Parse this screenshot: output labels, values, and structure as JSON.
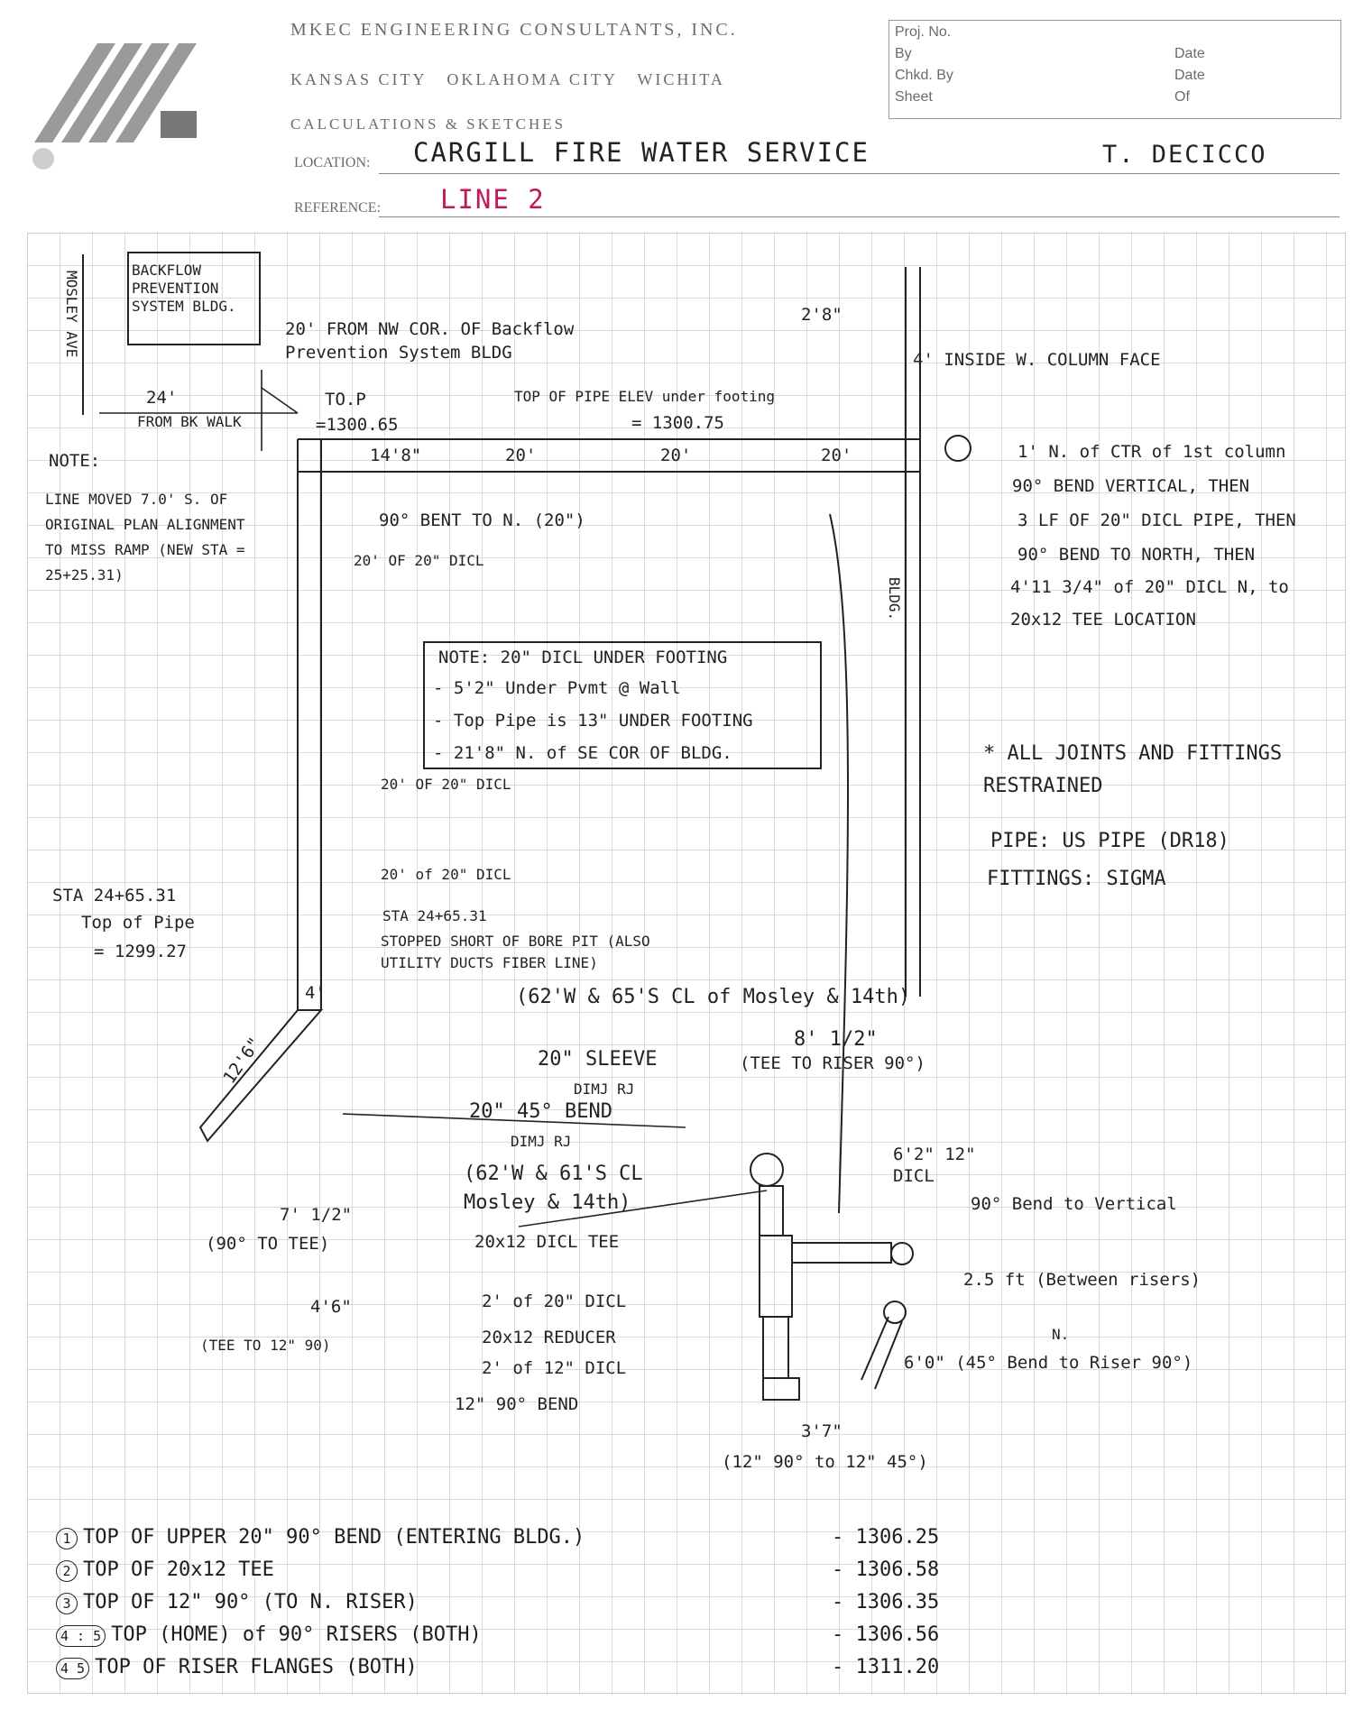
{
  "company": {
    "name": "MKEC ENGINEERING CONSULTANTS, INC.",
    "cities": "KANSAS CITY   OKLAHOMA CITY   WICHITA",
    "calc": "CALCULATIONS & SKETCHES",
    "location_label": "LOCATION:",
    "location_value": "CARGILL FIRE WATER SERVICE",
    "engineer": "T. DECICCO",
    "reference_label": "REFERENCE:",
    "reference_value": "LINE 2"
  },
  "projbox": {
    "proj_no": "Proj. No.",
    "by": "By",
    "date1": "Date",
    "chkd": "Chkd. By",
    "date2": "Date",
    "sheet": "Sheet",
    "of": "Of"
  },
  "sketch": {
    "mosley": "MOSLEY AVE",
    "bp_bldg": "BACKFLOW PREVENTION SYSTEM BLDG.",
    "n20_from": "20' FROM NW COR. OF Backflow Prevention System BLDG",
    "n24": "24'",
    "from_bk_walk": "FROM BK WALK",
    "top_p": "TO.P",
    "top_p_val": "=1300.65",
    "top_pipe_elev": "TOP OF PIPE ELEV under footing",
    "top_pipe_val": "= 1300.75",
    "d2_8": "2'8\"",
    "inside_col": "4' INSIDE W. COLUMN FACE",
    "seg1": "14'8\"",
    "seg2": "20'",
    "seg3": "20'",
    "seg4": "20'",
    "note": "NOTE:",
    "line_moved": "LINE MOVED 7.0' S. OF ORIGINAL PLAN ALIGNMENT TO MISS RAMP (NEW STA = 25+25.31)",
    "bent_to_n": "90° BENT TO N. (20\")",
    "n20_dicl_1": "20' OF 20\" DICL",
    "right_note_1": "1' N. of CTR of 1st column",
    "right_note_2": "90° BEND VERTICAL, THEN",
    "right_note_3": "3 LF OF 20\" DICL PIPE, THEN",
    "right_note_4": "90° BEND TO NORTH, THEN",
    "right_note_5": "4'11 3/4\" of 20\" DICL N, to",
    "right_note_6": "20x12 TEE LOCATION",
    "bldg": "BLDG.",
    "box_title": "NOTE: 20\" DICL UNDER FOOTING",
    "box_1": "- 5'2\" Under Pvmt @ Wall",
    "box_2": "- Top Pipe is 13\" UNDER FOOTING",
    "box_3": "- 21'8\" N. of SE COR OF BLDG.",
    "n20_dicl_2": "20' OF 20\" DICL",
    "all_joints": "* ALL JOINTS AND FITTINGS RESTRAINED",
    "pipe": "PIPE: US PIPE (DR18)",
    "fittings": "FITTINGS: SIGMA",
    "n20_dicl_3": "20' of 20\" DICL",
    "sta1": "STA 24+65.31",
    "top_of_pipe": "Top of Pipe",
    "top_of_pipe_val": "= 1299.27",
    "sta2": "STA 24+65.31",
    "stopped": "STOPPED SHORT OF BORE PIT (ALSO UTILITY DUCTS FIBER LINE)",
    "four": "4'",
    "cl_mosley_1": "(62'W & 65'S CL of Mosley & 14th)",
    "sleeve": "20\" SLEEVE",
    "dimj_rj_1": "DIMJ RJ",
    "bend45": "20\" 45° BEND",
    "dimj_rj_2": "DIMJ RJ",
    "cl_mosley_2": "(62'W & 61'S CL Mosley & 14th)",
    "twelve6": "12'6\"",
    "eight": "8' 1/2\"",
    "tee_riser": "(TEE TO RISER 90°)",
    "d6_2": "6'2\" 12\" DICL",
    "vert_bend": "90° Bend to Vertical",
    "d7_1_2": "7' 1/2\"",
    "to_tee": "(90° TO TEE)",
    "tee_label": "20x12 DICL TEE",
    "d2_5": "2.5 ft (Between risers)",
    "d4_6": "4'6\"",
    "tee_to_90": "(TEE TO 12\" 90)",
    "two_20": "2' of 20\" DICL",
    "reducer": "20x12 REDUCER",
    "two_12": "2' of 12\" DICL",
    "bend90": "12\" 90° BEND",
    "n": "N.",
    "d6_0": "6'0\" (45° Bend to Riser 90°)",
    "d3_7": "3'7\"",
    "d3_7b": "(12\" 90° to 12\" 45°)"
  },
  "elevations": [
    {
      "num": "1",
      "label": "TOP OF UPPER 20\" 90° BEND (ENTERING BLDG.)",
      "value": "- 1306.25"
    },
    {
      "num": "2",
      "label": "TOP OF 20x12 TEE",
      "value": "- 1306.58"
    },
    {
      "num": "3",
      "label": "TOP OF 12\" 90° (TO N. RISER)",
      "value": "- 1306.35"
    },
    {
      "num": "4 : 5",
      "label": "TOP (HOME) of 90° RISERS (BOTH)",
      "value": "- 1306.56"
    },
    {
      "num": "4 5",
      "label": "TOP OF RISER FLANGES (BOTH)",
      "value": "- 1311.20"
    }
  ]
}
